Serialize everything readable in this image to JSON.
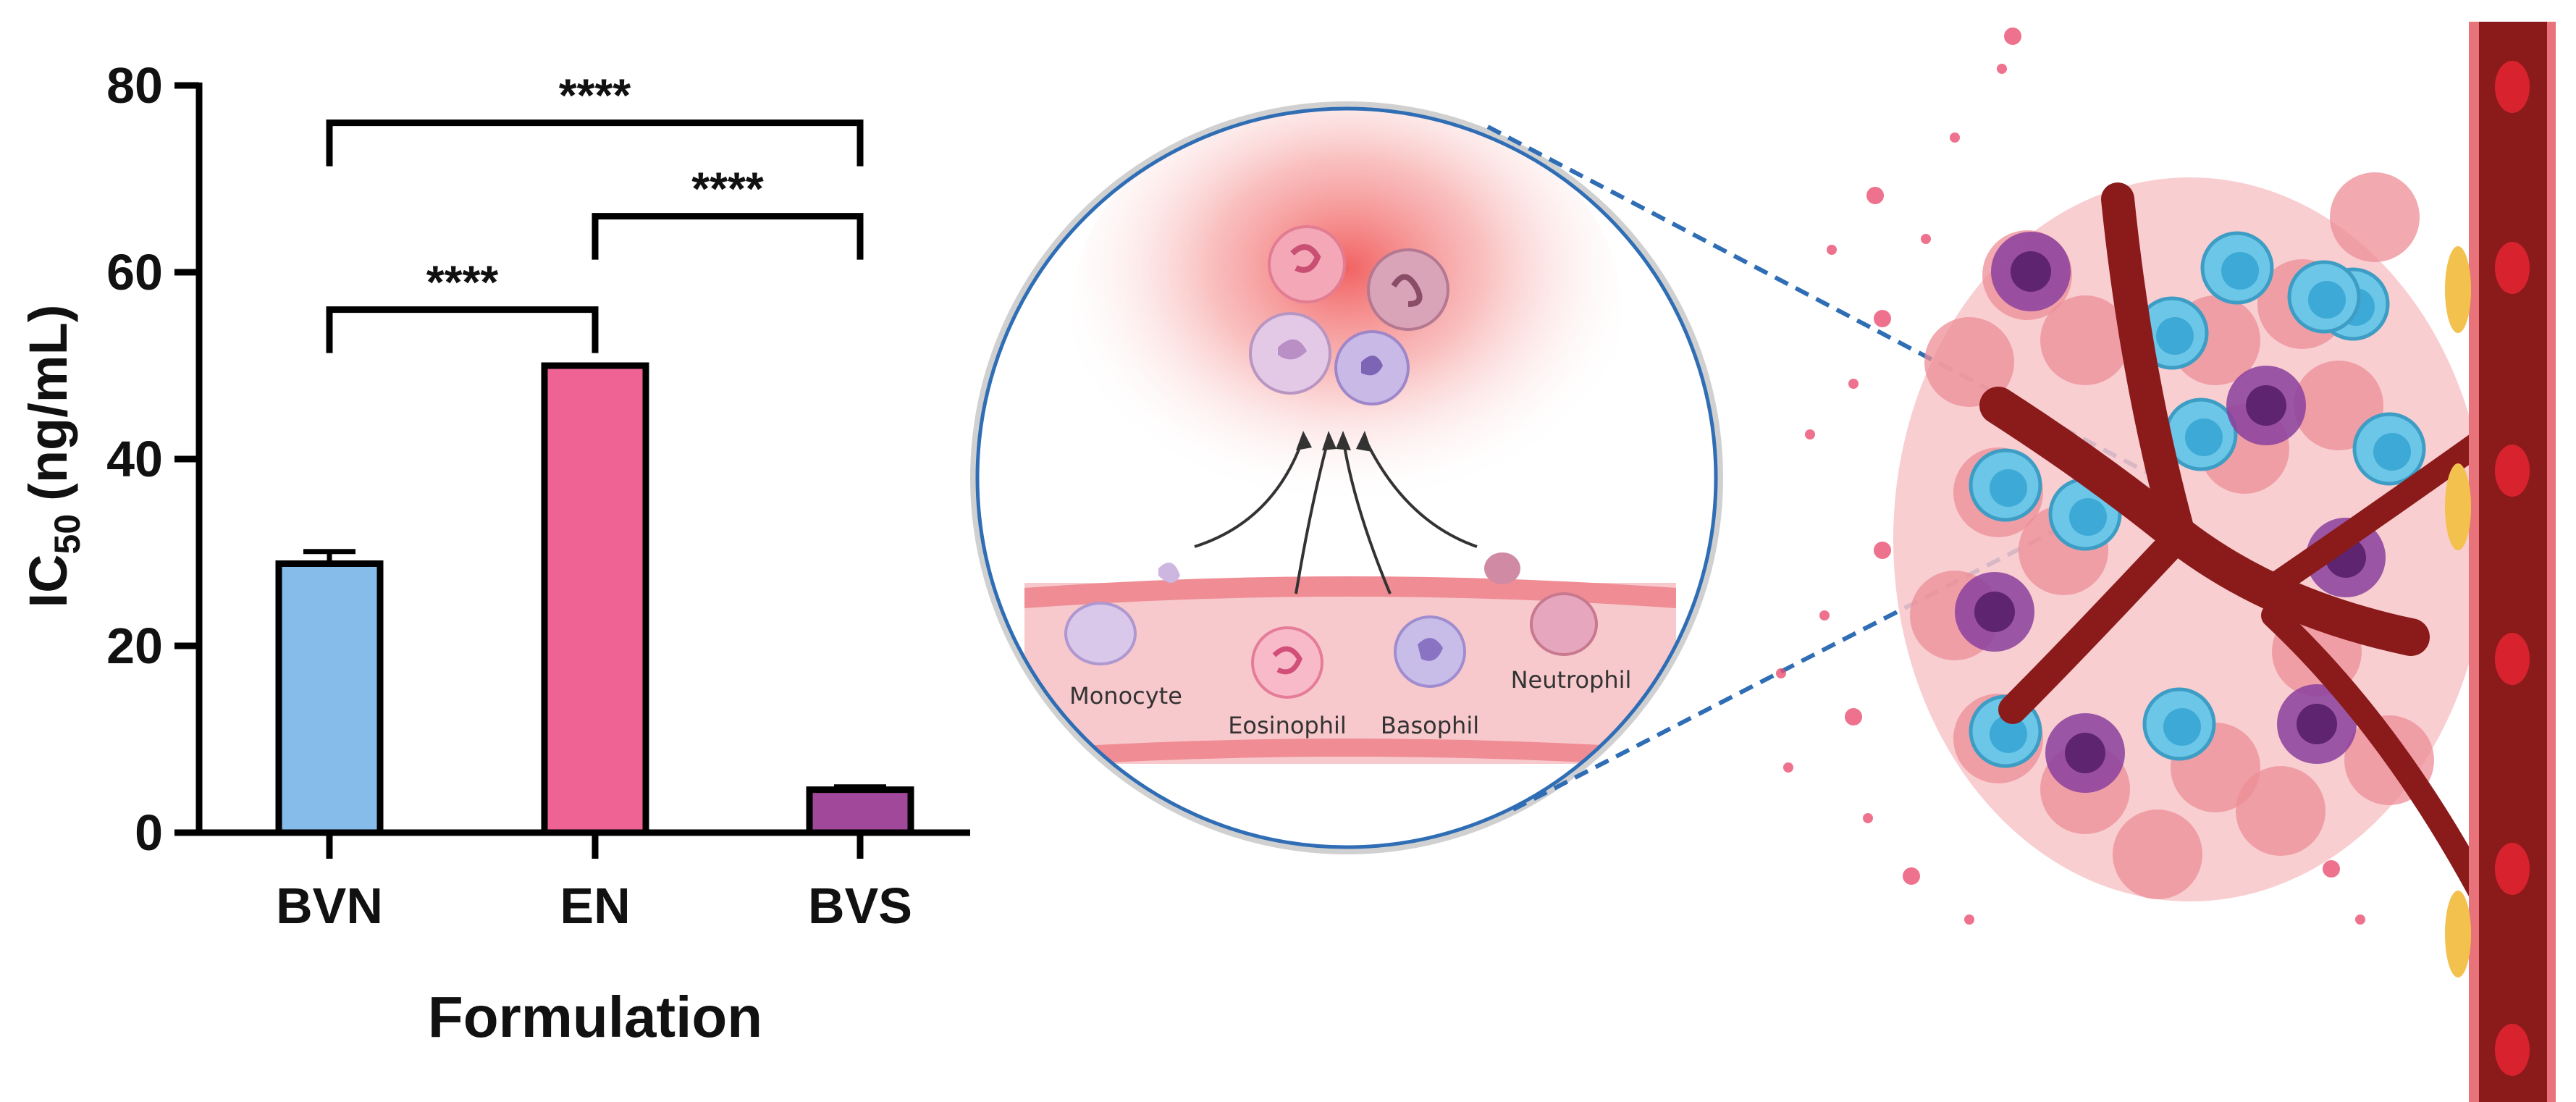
{
  "chart_data": {
    "type": "bar",
    "title": "",
    "xlabel": "Formulation",
    "ylabel_main": "IC",
    "ylabel_sub": "50",
    "ylabel_unit": "(ng/mL)",
    "ylim": [
      0,
      80
    ],
    "yticks": [
      0,
      20,
      40,
      60,
      80
    ],
    "categories": [
      "BVN",
      "EN",
      "BVS"
    ],
    "values": [
      28.8,
      50.0,
      4.6
    ],
    "errors": [
      1.3,
      0.0,
      0.3
    ],
    "colors": [
      "#85BCEA",
      "#EE6394",
      "#A1489B"
    ],
    "grid": false,
    "significance": [
      {
        "from": 0,
        "to": 1,
        "label": "****",
        "y": 56
      },
      {
        "from": 1,
        "to": 2,
        "label": "****",
        "y": 66
      },
      {
        "from": 0,
        "to": 2,
        "label": "****",
        "y": 76
      }
    ]
  },
  "illustration": {
    "cell_labels": [
      "Monocyte",
      "Eosinophil",
      "Basophil",
      "Neutrophil"
    ],
    "colors": {
      "circle_border": "#2F6DB5",
      "dash_line": "#2F6DB5",
      "vessel_dark": "#8B1A1A",
      "vessel_light": "#E8737A",
      "tissue_pink": "#F2A7AE",
      "cell_blue": "#6CC6E8",
      "cell_purple": "#8B3F9E"
    }
  }
}
